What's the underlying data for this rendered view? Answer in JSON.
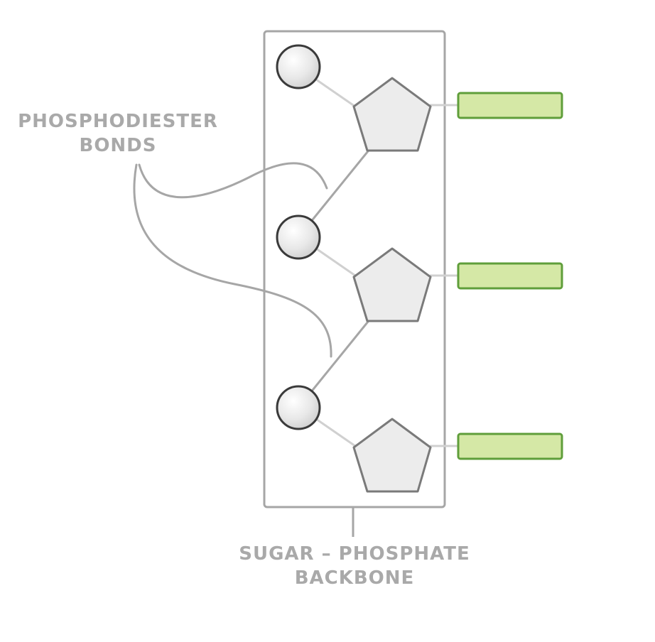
{
  "labels": {
    "bonds_line1": "PHOSPHODIESTER",
    "bonds_line2": "BONDS",
    "backbone_line1": "SUGAR – PHOSPHATE",
    "backbone_line2": "BACKBONE"
  },
  "colors": {
    "outline": "#a6a6a6",
    "label_text": "#a9a9a9",
    "phosphate_fill": "#e6e6e6",
    "phosphate_stroke": "#3a3a3a",
    "sugar_fill": "#ececec",
    "sugar_stroke": "#7a7a7a",
    "base_fill": "#d5e8a6",
    "base_stroke": "#5f9e3a",
    "connector": "#d0d0d0"
  }
}
